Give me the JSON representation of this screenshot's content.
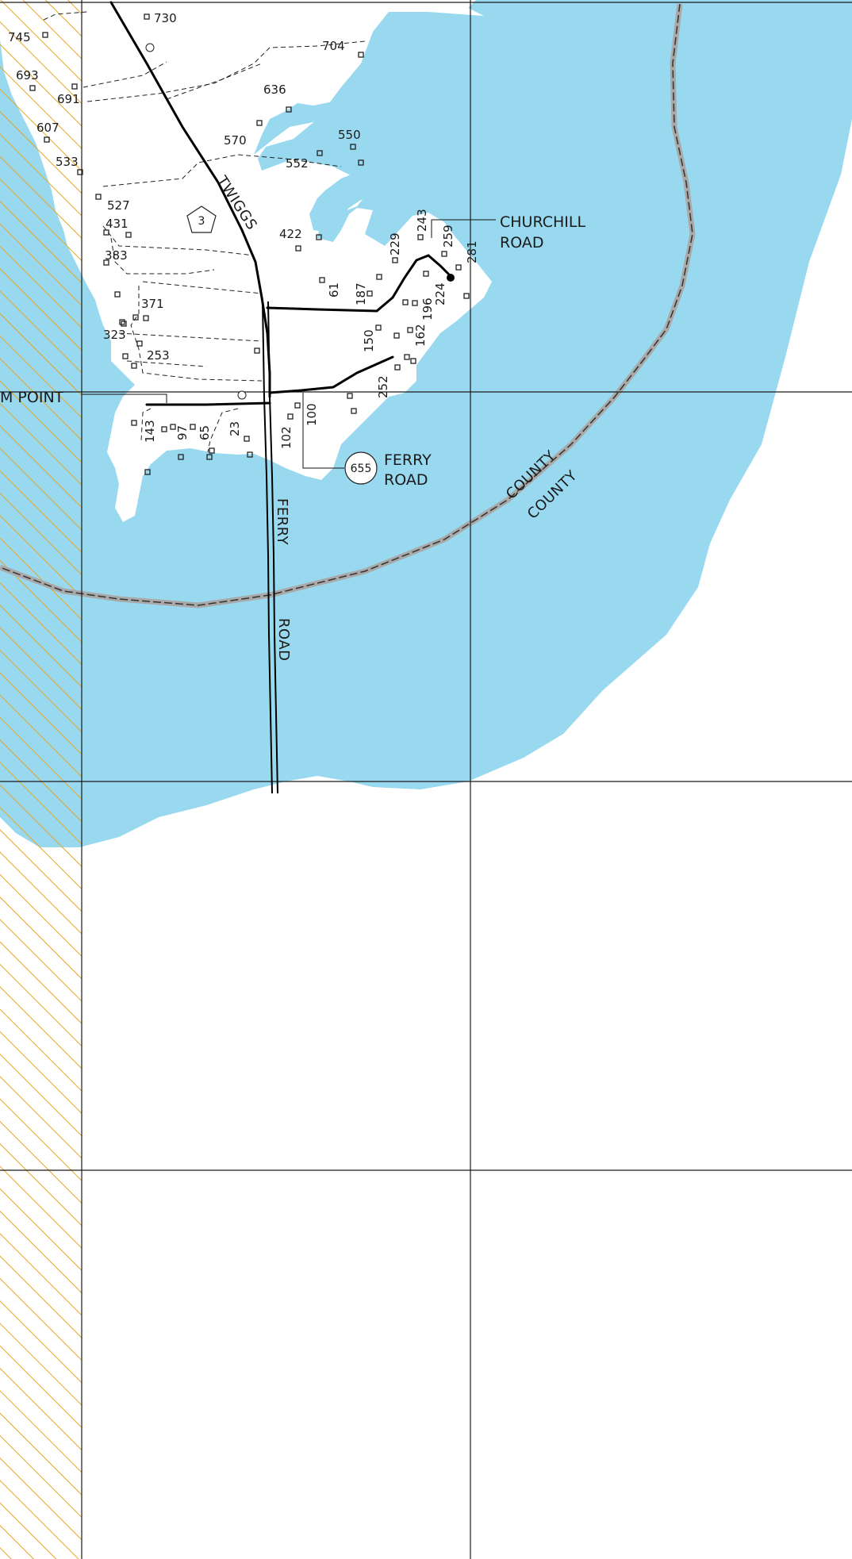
{
  "colors": {
    "water": "#99d9f0",
    "land": "#ffffff",
    "grid": "#1a1a1a",
    "hatch": "#e8a623",
    "county_line": "#a9a9a9",
    "road": "#000000"
  },
  "roads": {
    "twiggs": "TWIGGS",
    "ferry_1": "FERRY",
    "ferry_2": "ROAD",
    "churchill_1": "CHURCHILL",
    "churchill_2": "ROAD",
    "ferry_callout_1": "FERRY",
    "ferry_callout_2": "ROAD",
    "point": "M POINT",
    "county_1": "COUNTY",
    "county_2": "COUNTY"
  },
  "badges": {
    "pentagon": "3",
    "circle": "655"
  },
  "addresses": {
    "a730": "730",
    "a745": "745",
    "a704": "704",
    "a693": "693",
    "a691": "691",
    "a636": "636",
    "a607": "607",
    "a570": "570",
    "a550": "550",
    "a533": "533",
    "a552": "552",
    "a527": "527",
    "a431": "431",
    "a422": "422",
    "a383": "383",
    "a243": "243",
    "a259": "259",
    "a229": "229",
    "a281": "281",
    "a61": "61",
    "a187": "187",
    "a224": "224",
    "a196": "196",
    "a371": "371",
    "a323": "323",
    "a150": "150",
    "a162": "162",
    "a253": "253",
    "a252": "252",
    "a143": "143",
    "a97": "97",
    "a65": "65",
    "a23": "23",
    "a102": "102",
    "a100": "100"
  }
}
